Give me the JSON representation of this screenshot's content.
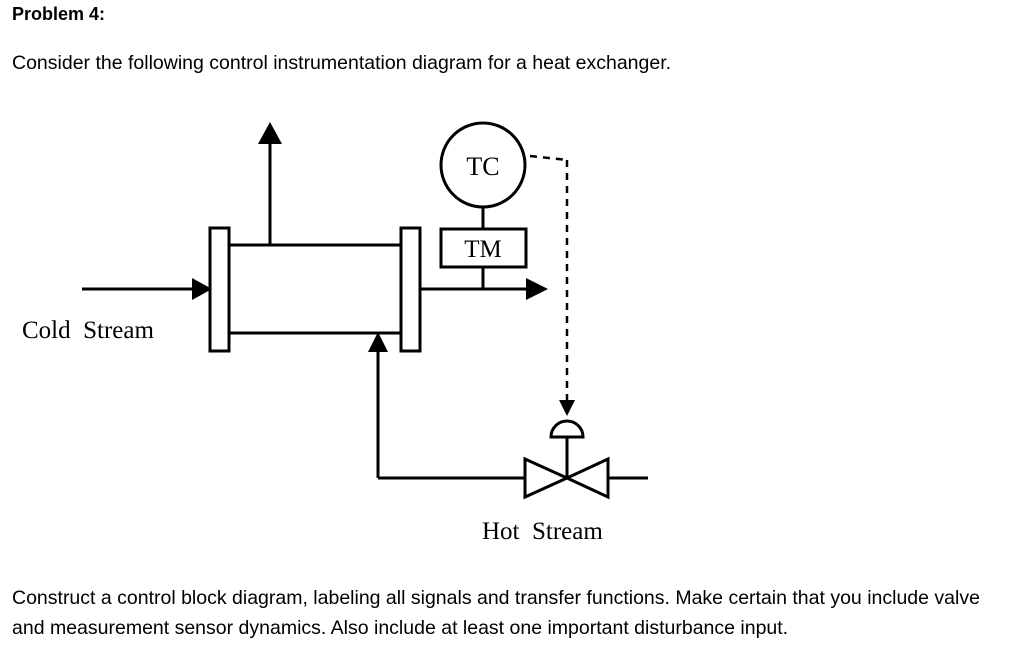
{
  "problem": {
    "heading": "Problem 4:",
    "intro": "Consider the following control instrumentation diagram for a heat exchanger.",
    "task": "Construct a control block diagram, labeling all signals and transfer functions. Make certain that you include valve and measurement sensor dynamics. Also include at least one important disturbance input."
  },
  "diagram": {
    "controller_label": "TC",
    "transmitter_label": "TM",
    "cold_stream_label": "Cold  Stream",
    "hot_stream_label": "Hot  Stream"
  }
}
